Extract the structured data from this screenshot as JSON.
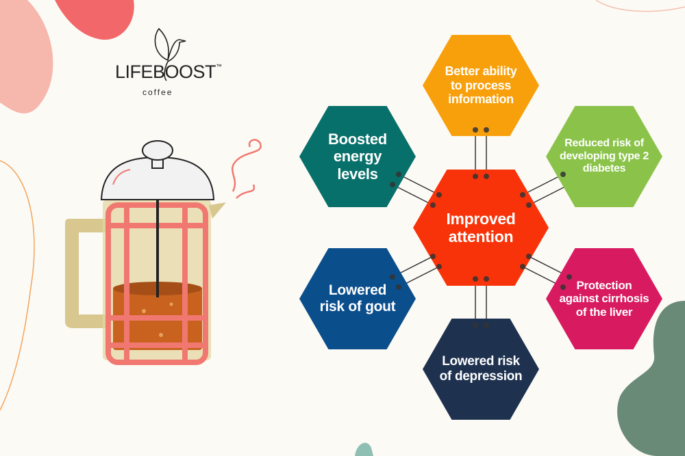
{
  "brand": {
    "name": "LIFEBOOST",
    "trademark": "™",
    "subtitle": "coffee"
  },
  "colors": {
    "background": "#fcfaf5",
    "center": "#f83309",
    "top": "#f8a00c",
    "top_left": "#08706a",
    "top_right": "#8bc34a",
    "bottom_left": "#0a4e8c",
    "bottom_right": "#d81b60",
    "bottom": "#1e3250"
  },
  "diagram": {
    "center": {
      "lines": [
        "Improved",
        "attention"
      ]
    },
    "benefits": [
      {
        "id": "top",
        "lines": [
          "Better ability",
          "to process",
          "information"
        ]
      },
      {
        "id": "top_left",
        "lines": [
          "Boosted",
          "energy",
          "levels"
        ]
      },
      {
        "id": "top_right",
        "lines": [
          "Reduced risk of",
          "developing type 2",
          "diabetes"
        ]
      },
      {
        "id": "bottom_left",
        "lines": [
          "Lowered",
          "risk of gout"
        ]
      },
      {
        "id": "bottom_right",
        "lines": [
          "Protection",
          "against cirrhosis",
          "of the liver"
        ]
      },
      {
        "id": "bottom",
        "lines": [
          "Lowered risk",
          "of depression"
        ]
      }
    ]
  }
}
